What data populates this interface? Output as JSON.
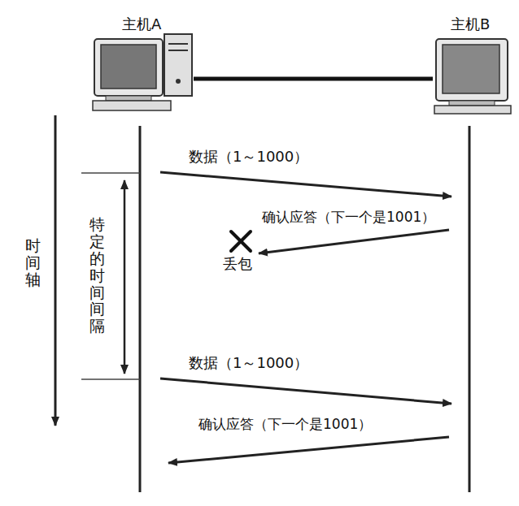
{
  "diagram": {
    "nodes": [
      {
        "text": [
          "主机A"
        ]
      },
      {
        "text": [
          "主机B"
        ]
      }
    ],
    "edges": [
      {
        "from": 0,
        "to": 1,
        "arrow": "none"
      }
    ],
    "labels": [
      "数据（1～1000）",
      "确认应答（下一个是1001）",
      "丢包",
      "时间轴",
      "特定的时间间隔",
      "数据（1～1000）",
      "确认应答（下一个是1001）"
    ]
  }
}
